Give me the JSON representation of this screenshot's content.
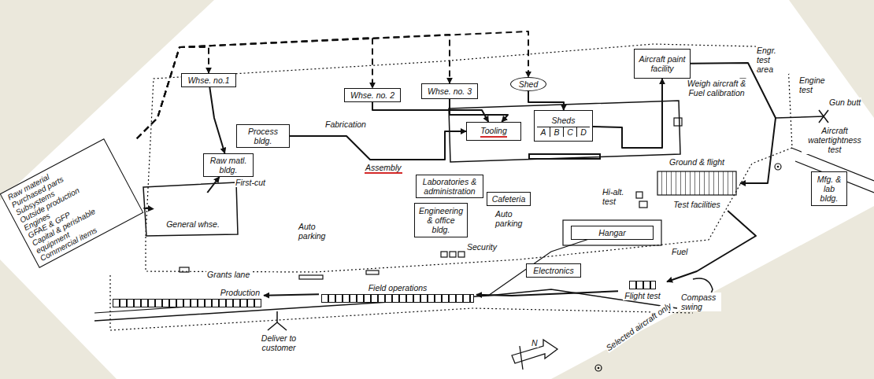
{
  "diagram": {
    "nodes": [
      {
        "text": [
          "Raw material",
          "Purchased parts",
          "Subsystems",
          "Outside production",
          "Engines",
          "GFAE & GFP",
          "Capital & perishable equipment",
          "Commercial items"
        ]
      },
      {
        "text": [
          "Whse. no.1"
        ]
      },
      {
        "text": [
          "Whse. no. 2"
        ]
      },
      {
        "text": [
          "Whse. no. 3"
        ]
      },
      {
        "text": [
          "Shed"
        ]
      },
      {
        "text": [
          "Process bldg."
        ]
      },
      {
        "text": [
          "Raw matl. bldg."
        ]
      },
      {
        "text": [
          "General whse."
        ]
      },
      {
        "text": [
          "Tooling"
        ]
      },
      {
        "text": [
          "Sheds",
          "A",
          "B",
          "C",
          "D"
        ]
      },
      {
        "text": [
          "Laboratories & administration"
        ]
      },
      {
        "text": [
          "Engineering & office bldg."
        ]
      },
      {
        "text": [
          "Cafeteria"
        ]
      },
      {
        "text": [
          "Hangar"
        ]
      },
      {
        "text": [
          "Electronics"
        ]
      },
      {
        "text": [
          "Aircraft paint facility"
        ]
      },
      {
        "text": [
          "Mfg. & lab bldg."
        ]
      },
      {
        "text": [
          "Ground & flight",
          "Test facilities"
        ]
      },
      {
        "text": [
          "Field operations"
        ]
      },
      {
        "text": [
          "Production"
        ]
      },
      {
        "text": [
          "Flight test"
        ]
      }
    ],
    "edges": [
      {
        "from": 0,
        "to": 7,
        "arrow": "to"
      },
      {
        "from": 0,
        "to": 1,
        "arrow": "to"
      },
      {
        "from": 0,
        "to": 2,
        "arrow": "to"
      },
      {
        "from": 0,
        "to": 3,
        "arrow": "to"
      },
      {
        "from": 0,
        "to": 4,
        "arrow": "to"
      },
      {
        "from": 1,
        "to": 6,
        "arrow": "to"
      },
      {
        "from": 7,
        "to": 6,
        "arrow": "to"
      },
      {
        "from": 5,
        "to": 8,
        "arrow": "to"
      },
      {
        "from": 2,
        "to": 8,
        "arrow": "to"
      },
      {
        "from": 3,
        "to": 8,
        "arrow": "to"
      },
      {
        "from": 4,
        "to": 9,
        "arrow": "to"
      },
      {
        "from": 9,
        "to": 15,
        "arrow": "to"
      },
      {
        "from": 15,
        "to": 17,
        "arrow": "to"
      },
      {
        "from": 17,
        "to": 20,
        "arrow": "to"
      },
      {
        "from": 20,
        "to": 18,
        "arrow": "to"
      },
      {
        "from": 18,
        "to": 19,
        "arrow": "to"
      }
    ],
    "labels": [
      "Fabrication",
      "Assembly",
      "First-cut",
      "Auto parking",
      "Auto parking",
      "Security",
      "Hi-alt. test",
      "Weigh aircraft & Fuel calibration",
      "Engr. test area",
      "Engine test",
      "Gun butt",
      "Aircraft watertightness test",
      "Fuel",
      "Compass swing",
      "Grants lane",
      "Deliver to customer",
      "N",
      "Selected aircraft only"
    ]
  }
}
